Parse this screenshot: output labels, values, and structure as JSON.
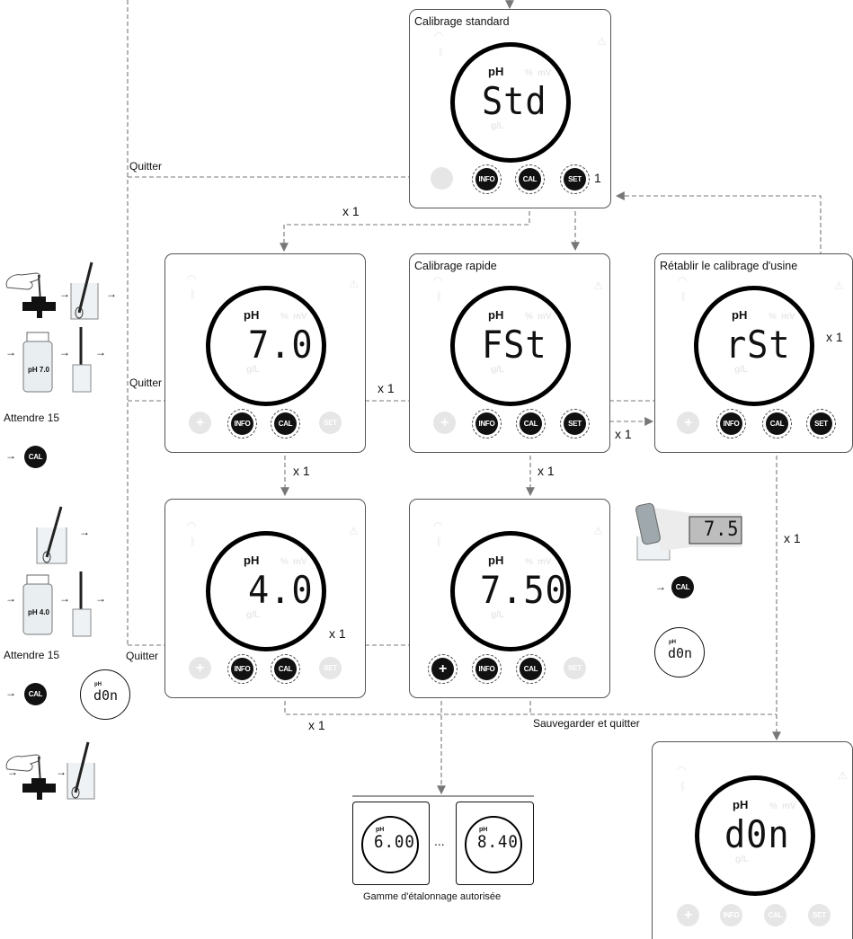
{
  "labels": {
    "quitter": "Quitter",
    "x1": "x 1",
    "one": "1",
    "save_quit": "Sauvegarder et quitter",
    "range_caption": "Gamme d'étalonnage autorisée",
    "attendre": "Attendre 15",
    "ellipsis": "..."
  },
  "panels": {
    "std": {
      "title": "Calibrage standard",
      "display": "Std"
    },
    "ph7": {
      "title": "",
      "display": "7.0"
    },
    "fst": {
      "title": "Calibrage rapide",
      "display": "FSt"
    },
    "rst": {
      "title": "Rétablir le calibrage d'usine",
      "display": "rSt"
    },
    "ph4": {
      "title": "",
      "display": "4.0"
    },
    "ph750": {
      "title": "",
      "display": "7.50"
    },
    "don": {
      "title": "",
      "display": "d0n"
    }
  },
  "display": {
    "ph": "pH",
    "percent": "%",
    "mv": "mV",
    "gl": "g/L"
  },
  "buttons": {
    "plus": "+",
    "info": "INFO",
    "cal": "CAL",
    "set": "SET"
  },
  "range": {
    "min": "6.00",
    "max": "8.40"
  },
  "side": {
    "bottle7": "pH 7.0",
    "bottle4": "pH 4.0",
    "meter_value": "7.5",
    "mini_done": "d0n"
  },
  "colors": {
    "button_active": "#111111",
    "button_inactive": "#e6e6e6",
    "wire": "#777777"
  }
}
